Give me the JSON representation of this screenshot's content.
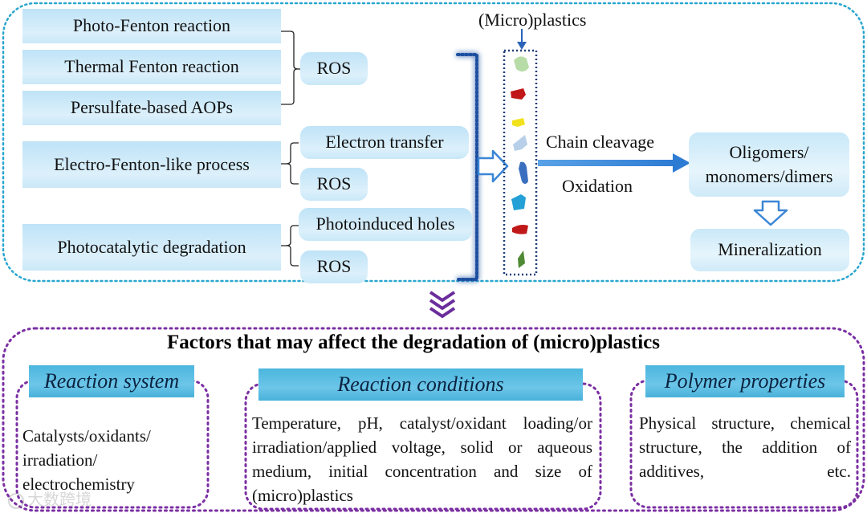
{
  "top": {
    "methods": [
      "Photo-Fenton reaction",
      "Thermal Fenton reaction",
      "Persulfate-based AOPs",
      "Electro-Fenton-like process",
      "Photocatalytic degradation"
    ],
    "mechanisms": [
      "ROS",
      "Electron transfer",
      "ROS",
      "Photoinduced holes",
      "ROS"
    ],
    "plastics_label": "(Micro)plastics",
    "arrow_label_top": "Chain cleavage",
    "arrow_label_bottom": "Oxidation",
    "products": [
      "Oligomers/ monomers/dimers",
      "Mineralization"
    ]
  },
  "bottom": {
    "title": "Factors that may affect the degradation of (micro)plastics",
    "factors": [
      {
        "heading": "Reaction system",
        "text": "Catalysts/oxidants/ irradiation/ electrochemistry"
      },
      {
        "heading": "Reaction conditions",
        "text": "Temperature, pH, catalyst/oxidant loading/or irradiation/applied voltage, solid or aqueous medium, initial concentration and size of (micro)plastics"
      },
      {
        "heading": "Polymer properties",
        "text": "Physical structure, chemical structure, the addition of additives, etc."
      }
    ]
  },
  "watermark": "大数跨境",
  "colors": {
    "top_border": "#2aa6cf",
    "bottom_border": "#7b2fa3",
    "chevron": "#6a2d9c",
    "arrow": "#3a86d6",
    "fragments": [
      "#b8dca8",
      "#c01818",
      "#f2e21e",
      "#b8cfe9",
      "#3a6fc0",
      "#23a0d6",
      "#c01818",
      "#4f8a34"
    ]
  }
}
